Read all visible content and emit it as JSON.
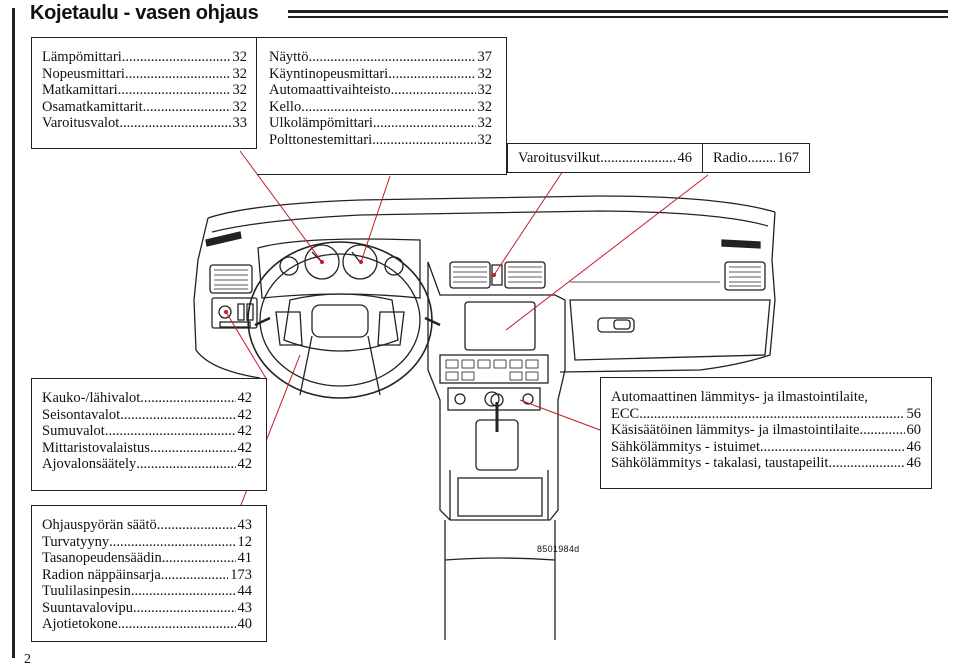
{
  "header": {
    "title": "Kojetaulu - vasen ohjaus"
  },
  "page_number": "2",
  "figure_code": "8501984d",
  "box1": {
    "items": [
      {
        "label": "Lämpömittari",
        "page": "32"
      },
      {
        "label": "Nopeusmittari",
        "page": "32"
      },
      {
        "label": "Matkamittari",
        "page": "32"
      },
      {
        "label": "Osamatkamittarit",
        "page": "32"
      },
      {
        "label": "Varoitusvalot",
        "page": "33"
      }
    ]
  },
  "box2": {
    "items": [
      {
        "label": "Näyttö",
        "page": "37"
      },
      {
        "label": "Käyntinopeusmittari",
        "page": "32"
      },
      {
        "label": "Automaattivaihteisto",
        "page": "32"
      },
      {
        "label": "Kello",
        "page": "32"
      },
      {
        "label": "Ulkolämpömittari",
        "page": "32"
      },
      {
        "label": "Polttonestemittari",
        "page": "32"
      }
    ]
  },
  "box3": {
    "label": "Varoitusvilkut",
    "page": "46"
  },
  "box4": {
    "label": "Radio",
    "page": "167"
  },
  "box5": {
    "items": [
      {
        "label": "Kauko-/lähivalot",
        "page": "42"
      },
      {
        "label": "Seisontavalot",
        "page": "42"
      },
      {
        "label": "Sumuvalot",
        "page": "42"
      },
      {
        "label": "Mittaristovalaistus",
        "page": "42"
      },
      {
        "label": "Ajovalonsäätely",
        "page": "42"
      }
    ]
  },
  "box6": {
    "items": [
      {
        "label": "Automaattinen lämmitys- ja ilmastointilaite,",
        "page": ""
      },
      {
        "label": "ECC",
        "page": "56"
      },
      {
        "label": "Käsisäätöinen lämmitys- ja ilmastointilaite",
        "page": "60"
      },
      {
        "label": "Sähkölämmitys - istuimet",
        "page": "46"
      },
      {
        "label": "Sähkölämmitys - takalasi, taustapeilit",
        "page": "46"
      }
    ]
  },
  "box7": {
    "items": [
      {
        "label": "Ohjauspyörän säätö",
        "page": "43"
      },
      {
        "label": "Turvatyyny",
        "page": "12"
      },
      {
        "label": "Tasanopeudensäädin",
        "page": "41"
      },
      {
        "label": "Radion näppäinsarja",
        "page": "173"
      },
      {
        "label": "Tuulilasinpesin",
        "page": "44"
      },
      {
        "label": "Suuntavalovipu",
        "page": "43"
      },
      {
        "label": "Ajotietokone",
        "page": "40"
      }
    ]
  }
}
